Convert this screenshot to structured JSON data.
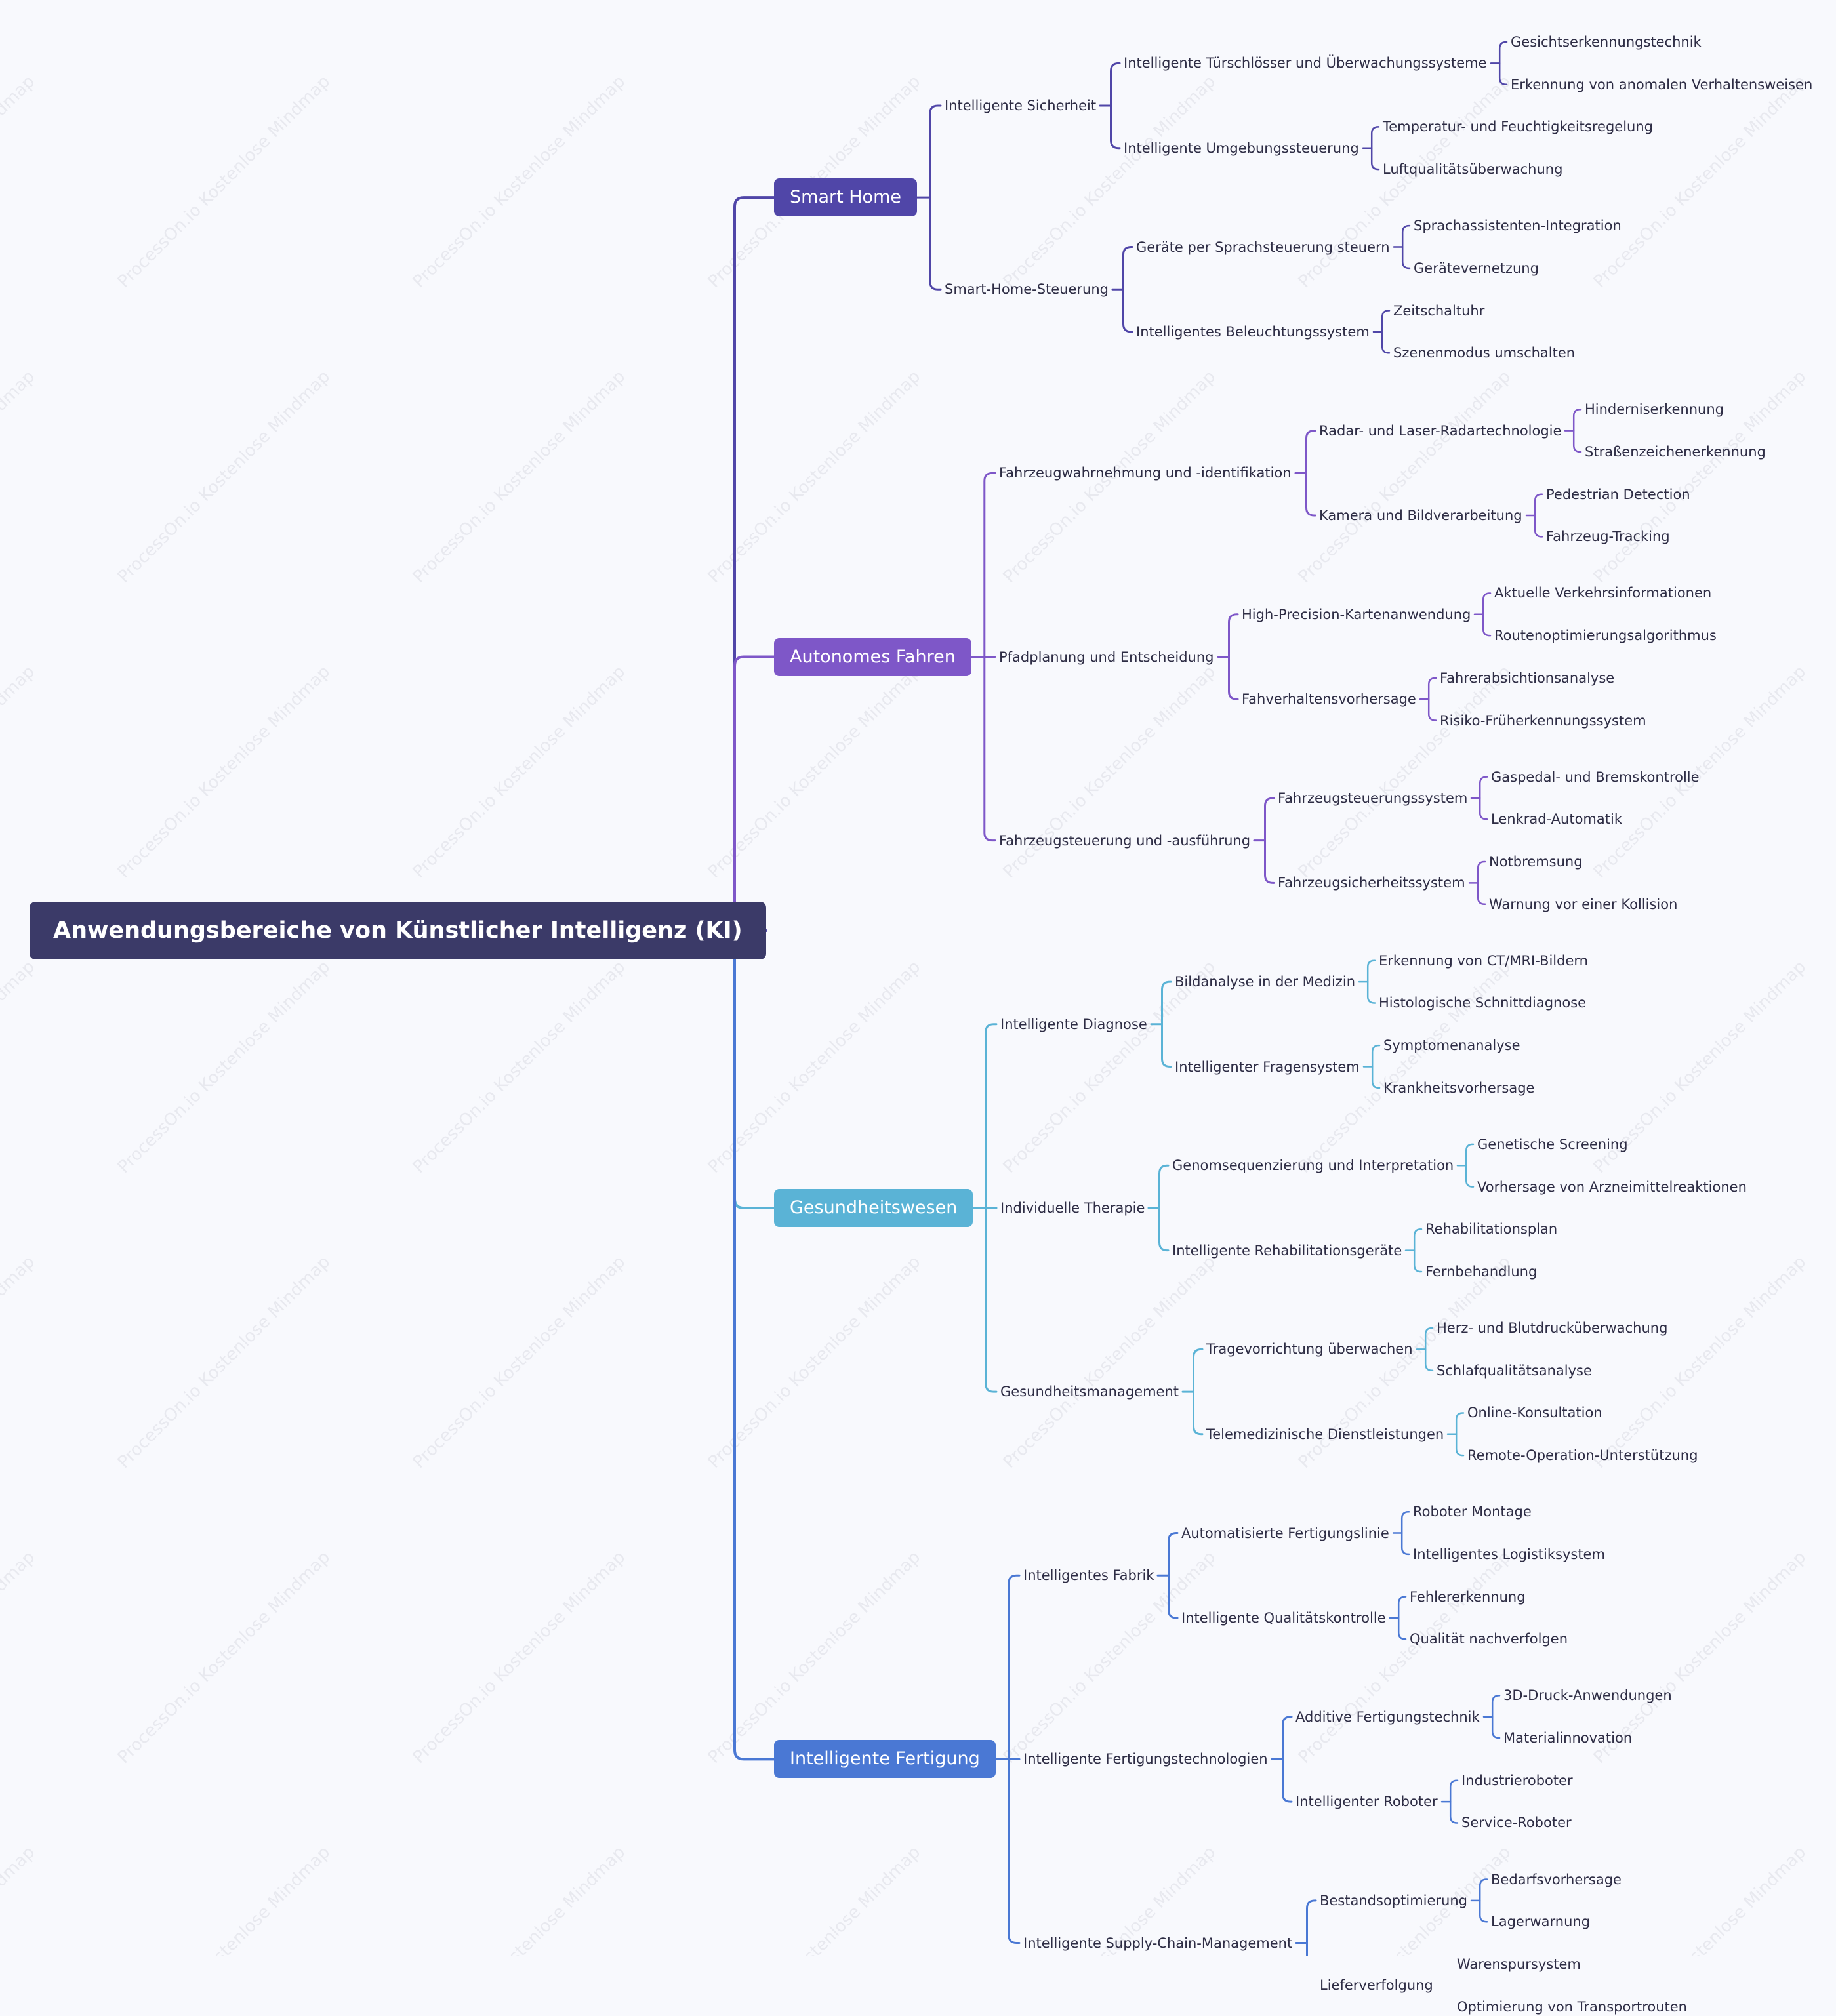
{
  "root": {
    "label": "Anwendungsbereiche von Künstlicher Intelligenz (KI)"
  },
  "watermark": "ProcessOn.io Kostenlose Mindmap",
  "colors": {
    "root": "#3b3a68",
    "background": "#f8f9fd"
  },
  "branches": [
    {
      "label": "Smart Home",
      "color": "#5046a8",
      "line": "#5046a8",
      "children": [
        {
          "label": "Intelligente Sicherheit",
          "children": [
            {
              "label": "Intelligente Türschlösser und Überwachungssysteme",
              "children": [
                {
                  "label": "Gesichtserkennungstechnik"
                },
                {
                  "label": "Erkennung von anomalen Verhaltensweisen"
                }
              ]
            },
            {
              "label": "Intelligente Umgebungssteuerung",
              "children": [
                {
                  "label": "Temperatur- und Feuchtigkeitsregelung"
                },
                {
                  "label": "Luftqualitätsüberwachung"
                }
              ]
            }
          ]
        },
        {
          "label": "Smart-Home-Steuerung",
          "children": [
            {
              "label": "Geräte per Sprachsteuerung steuern",
              "children": [
                {
                  "label": "Sprachassistenten-Integration"
                },
                {
                  "label": "Gerätevernetzung"
                }
              ]
            },
            {
              "label": "Intelligentes Beleuchtungssystem",
              "children": [
                {
                  "label": "Zeitschaltuhr"
                },
                {
                  "label": "Szenenmodus umschalten"
                }
              ]
            }
          ]
        }
      ]
    },
    {
      "label": "Autonomes Fahren",
      "color": "#7e57c8",
      "line": "#7e57c8",
      "children": [
        {
          "label": "Fahrzeugwahrnehmung und -identifikation",
          "children": [
            {
              "label": "Radar- und Laser-Radartechnologie",
              "children": [
                {
                  "label": "Hinderniserkennung"
                },
                {
                  "label": "Straßenzeichenerkennung"
                }
              ]
            },
            {
              "label": "Kamera und Bildverarbeitung",
              "children": [
                {
                  "label": "Pedestrian Detection"
                },
                {
                  "label": "Fahrzeug-Tracking"
                }
              ]
            }
          ]
        },
        {
          "label": "Pfadplanung und Entscheidung",
          "children": [
            {
              "label": "High-Precision-Kartenanwendung",
              "children": [
                {
                  "label": "Aktuelle Verkehrsinformationen"
                },
                {
                  "label": "Routenoptimierungsalgorithmus"
                }
              ]
            },
            {
              "label": "Fahverhaltensvorhersage",
              "children": [
                {
                  "label": "Fahrerabsichtionsanalyse"
                },
                {
                  "label": "Risiko-Früherkennungssystem"
                }
              ]
            }
          ]
        },
        {
          "label": "Fahrzeugsteuerung und -ausführung",
          "children": [
            {
              "label": "Fahrzeugsteuerungssystem",
              "children": [
                {
                  "label": "Gaspedal- und Bremskontrolle"
                },
                {
                  "label": "Lenkrad-Automatik"
                }
              ]
            },
            {
              "label": "Fahrzeugsicherheitssystem",
              "children": [
                {
                  "label": "Notbremsung"
                },
                {
                  "label": "Warnung vor einer Kollision"
                }
              ]
            }
          ]
        }
      ]
    },
    {
      "label": "Gesundheitswesen",
      "color": "#5ab3d6",
      "line": "#5ab3d6",
      "children": [
        {
          "label": "Intelligente Diagnose",
          "children": [
            {
              "label": "Bildanalyse in der Medizin",
              "children": [
                {
                  "label": "Erkennung von CT/MRI-Bildern"
                },
                {
                  "label": "Histologische Schnittdiagnose"
                }
              ]
            },
            {
              "label": "Intelligenter Fragensystem",
              "children": [
                {
                  "label": "Symptomenanalyse"
                },
                {
                  "label": "Krankheitsvorhersage"
                }
              ]
            }
          ]
        },
        {
          "label": "Individuelle Therapie",
          "children": [
            {
              "label": "Genomsequenzierung und Interpretation",
              "children": [
                {
                  "label": "Genetische Screening"
                },
                {
                  "label": "Vorhersage von Arzneimittelreaktionen"
                }
              ]
            },
            {
              "label": "Intelligente Rehabilitationsgeräte",
              "children": [
                {
                  "label": "Rehabilitationsplan"
                },
                {
                  "label": "Fernbehandlung"
                }
              ]
            }
          ]
        },
        {
          "label": "Gesundheitsmanagement",
          "children": [
            {
              "label": "Tragevorrichtung überwachen",
              "children": [
                {
                  "label": "Herz- und Blutdrucküberwachung"
                },
                {
                  "label": "Schlafqualitätsanalyse"
                }
              ]
            },
            {
              "label": "Telemedizinische Dienstleistungen",
              "children": [
                {
                  "label": "Online-Konsultation"
                },
                {
                  "label": "Remote-Operation-Unterstützung"
                }
              ]
            }
          ]
        }
      ]
    },
    {
      "label": "Intelligente Fertigung",
      "color": "#4a78d4",
      "line": "#4a78d4",
      "children": [
        {
          "label": "Intelligentes Fabrik",
          "children": [
            {
              "label": "Automatisierte Fertigungslinie",
              "children": [
                {
                  "label": "Roboter Montage"
                },
                {
                  "label": "Intelligentes Logistiksystem"
                }
              ]
            },
            {
              "label": "Intelligente Qualitätskontrolle",
              "children": [
                {
                  "label": "Fehlererkennung"
                },
                {
                  "label": "Qualität nachverfolgen"
                }
              ]
            }
          ]
        },
        {
          "label": "Intelligente Fertigungstechnologien",
          "children": [
            {
              "label": "Additive Fertigungstechnik",
              "children": [
                {
                  "label": "3D-Druck-Anwendungen"
                },
                {
                  "label": "Materialinnovation"
                }
              ]
            },
            {
              "label": "Intelligenter Roboter",
              "children": [
                {
                  "label": "Industrieroboter"
                },
                {
                  "label": "Service-Roboter"
                }
              ]
            }
          ]
        },
        {
          "label": "Intelligente Supply-Chain-Management",
          "children": [
            {
              "label": "Bestandsoptimierung",
              "children": [
                {
                  "label": "Bedarfsvorhersage"
                },
                {
                  "label": "Lagerwarnung"
                }
              ]
            },
            {
              "label": "Lieferverfolgung",
              "children": [
                {
                  "label": "Warenspursystem"
                },
                {
                  "label": "Optimierung von Transportrouten"
                }
              ]
            }
          ]
        }
      ]
    }
  ]
}
